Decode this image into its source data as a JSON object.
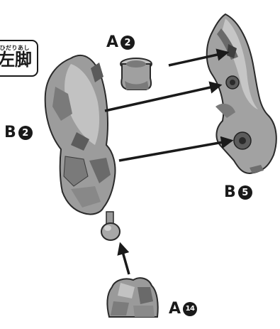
{
  "tag": {
    "ruby": "ひだりあし",
    "text": "左脚"
  },
  "labels": [
    {
      "letter": "A",
      "num": "2"
    },
    {
      "letter": "B",
      "num": "2"
    },
    {
      "letter": "B",
      "num": "5"
    },
    {
      "letter": "A",
      "num": "14"
    }
  ],
  "colors": {
    "part_fill": "#9a9a9a",
    "part_light": "#c4c4c4",
    "part_dark": "#5a5a5a",
    "ink": "#1a1a1a"
  }
}
